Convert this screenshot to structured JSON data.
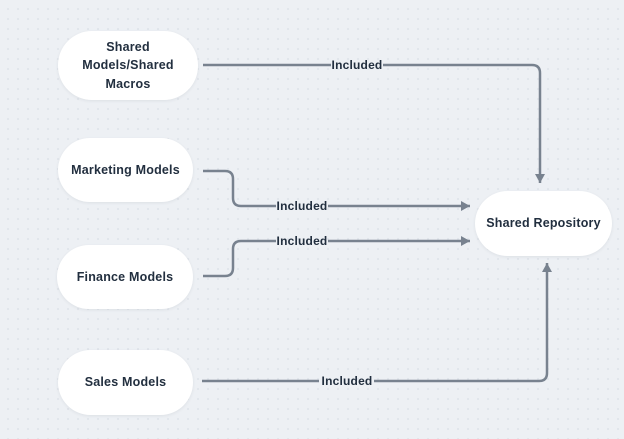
{
  "canvas": {
    "background_color": "#edf0f4",
    "dot_grid_color": "#dde2e9",
    "edge_color": "#78828f",
    "text_color": "#222f3f",
    "node_fill_color": "#ffffff"
  },
  "nodes": [
    {
      "id": "shared-models-shared-macros",
      "label": "Shared\nModels/Shared\nMacros"
    },
    {
      "id": "marketing-models",
      "label": "Marketing Models"
    },
    {
      "id": "finance-models",
      "label": "Finance Models"
    },
    {
      "id": "sales-models",
      "label": "Sales Models"
    },
    {
      "id": "shared-repository",
      "label": "Shared Repository"
    }
  ],
  "edges": [
    {
      "from": "shared-models-shared-macros",
      "to": "shared-repository",
      "label": "Included",
      "enters": "top"
    },
    {
      "from": "marketing-models",
      "to": "shared-repository",
      "label": "Included",
      "enters": "left"
    },
    {
      "from": "finance-models",
      "to": "shared-repository",
      "label": "Included",
      "enters": "left"
    },
    {
      "from": "sales-models",
      "to": "shared-repository",
      "label": "Included",
      "enters": "bottom"
    }
  ]
}
